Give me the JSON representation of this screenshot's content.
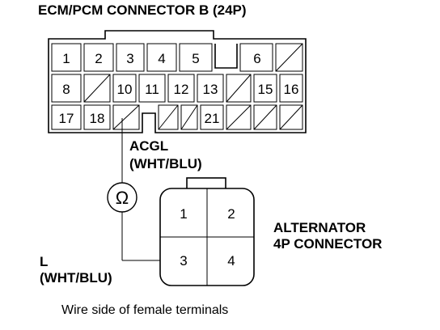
{
  "connector_b": {
    "title": "ECM/PCM CONNECTOR B (24P)",
    "rows": [
      [
        "1",
        "2",
        "3",
        "4",
        "5",
        "",
        "6",
        ""
      ],
      [
        "8",
        "",
        "10",
        "11",
        "12",
        "13",
        "",
        "15",
        "16"
      ],
      [
        "17",
        "18",
        "",
        "",
        "",
        "21",
        "",
        "",
        ""
      ]
    ]
  },
  "meter": {
    "symbol": "Ω"
  },
  "wire_acgl": {
    "name": "ACGL",
    "color": "(WHT/BLU)"
  },
  "wire_l": {
    "name": "L",
    "color": "(WHT/BLU)"
  },
  "alternator": {
    "title_line1": "ALTERNATOR",
    "title_line2": "4P CONNECTOR",
    "pins": [
      "1",
      "2",
      "3",
      "4"
    ]
  },
  "caption": "Wire side of female terminals"
}
